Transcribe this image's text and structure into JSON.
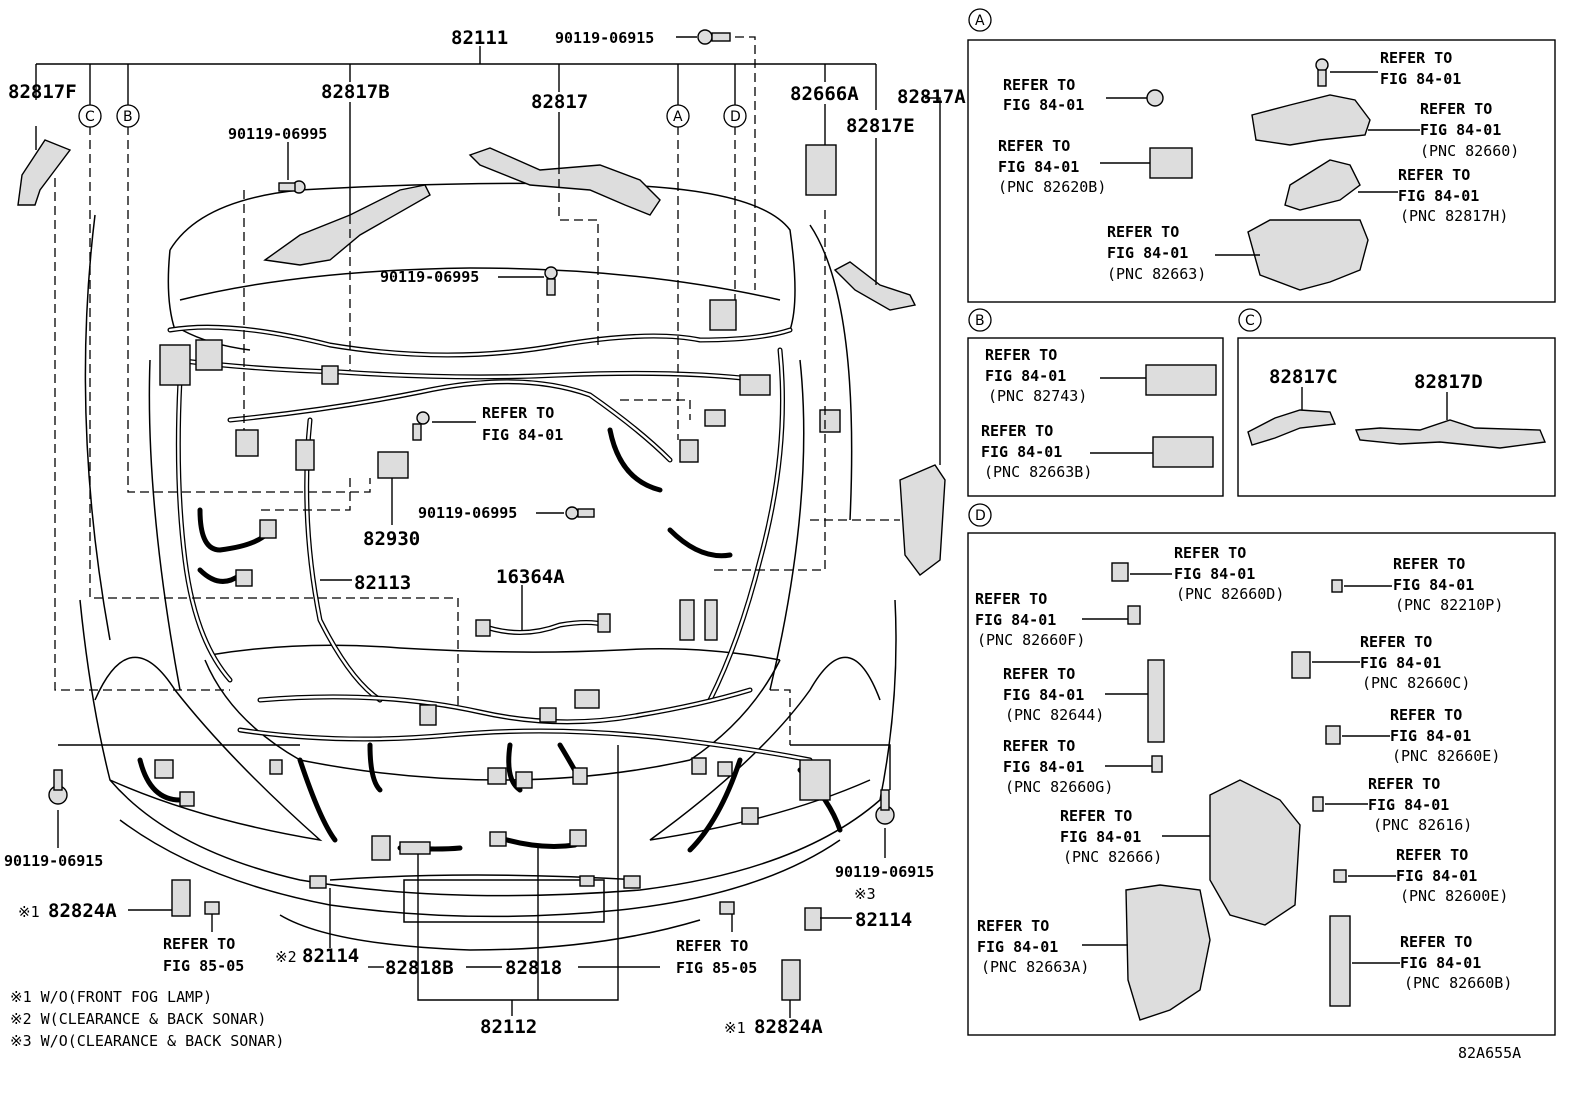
{
  "main": {
    "part_labels": {
      "p82111": "82111",
      "p90119_top": "90119-06915",
      "p82817F": "82817F",
      "p82817B": "82817B",
      "p82817": "82817",
      "p82666A": "82666A",
      "p82817A": "82817A",
      "p82817E": "82817E",
      "p90119_06995_a": "90119-06995",
      "p90119_06995_b": "90119-06995",
      "p90119_06995_c": "90119-06995",
      "p82930": "82930",
      "p82113": "82113",
      "p16364A": "16364A",
      "p90119_06915_l": "90119-06915",
      "p90119_06915_r": "90119-06915",
      "p82824A_l": "82824A",
      "p82824A_r": "82824A",
      "p82114_l": "82114",
      "p82114_r": "82114",
      "p82818B": "82818B",
      "p82818": "82818",
      "p82112": "82112"
    },
    "callouts": {
      "a": "A",
      "b": "B",
      "c": "C",
      "d": "D"
    },
    "marks": {
      "m1_l": "※1",
      "m1_r": "※1",
      "m2": "※2",
      "m3": "※3"
    },
    "refer_main": {
      "r1": "REFER TO",
      "r1b": "FIG 84-01",
      "r2": "REFER TO",
      "r2b": "FIG 85-05",
      "r3": "REFER TO",
      "r3b": "FIG 85-05"
    },
    "notes": [
      "※1 W/O(FRONT FOG LAMP)",
      "※2 W(CLEARANCE & BACK SONAR)",
      "※3 W/O(CLEARANCE & BACK SONAR)"
    ],
    "drawing_id": "82A655A"
  },
  "panels": {
    "a": {
      "label": "A",
      "refs": [
        {
          "l1": "REFER TO",
          "l2": "FIG 84-01",
          "pnc": ""
        },
        {
          "l1": "REFER TO",
          "l2": "FIG 84-01",
          "pnc": "(PNC 82620B)"
        },
        {
          "l1": "REFER TO",
          "l2": "FIG 84-01",
          "pnc": "(PNC 82663)"
        },
        {
          "l1": "REFER TO",
          "l2": "FIG 84-01",
          "pnc": ""
        },
        {
          "l1": "REFER TO",
          "l2": "FIG 84-01",
          "pnc": "(PNC 82660)"
        },
        {
          "l1": "REFER TO",
          "l2": "FIG 84-01",
          "pnc": "(PNC 82817H)"
        }
      ]
    },
    "b": {
      "label": "B",
      "refs": [
        {
          "l1": "REFER TO",
          "l2": "FIG 84-01",
          "pnc": "(PNC 82743)"
        },
        {
          "l1": "REFER TO",
          "l2": "FIG 84-01",
          "pnc": "(PNC 82663B)"
        }
      ]
    },
    "c": {
      "label": "C",
      "parts": [
        "82817C",
        "82817D"
      ]
    },
    "d": {
      "label": "D",
      "refs": [
        {
          "l1": "REFER TO",
          "l2": "FIG 84-01",
          "pnc": "(PNC 82660D)"
        },
        {
          "l1": "REFER TO",
          "l2": "FIG 84-01",
          "pnc": "(PNC 82210P)"
        },
        {
          "l1": "REFER TO",
          "l2": "FIG 84-01",
          "pnc": "(PNC 82660F)"
        },
        {
          "l1": "REFER TO",
          "l2": "FIG 84-01",
          "pnc": "(PNC 82660C)"
        },
        {
          "l1": "REFER TO",
          "l2": "FIG 84-01",
          "pnc": "(PNC 82644)"
        },
        {
          "l1": "REFER TO",
          "l2": "FIG 84-01",
          "pnc": "(PNC 82660E)"
        },
        {
          "l1": "REFER TO",
          "l2": "FIG 84-01",
          "pnc": "(PNC 82660G)"
        },
        {
          "l1": "REFER TO",
          "l2": "FIG 84-01",
          "pnc": "(PNC 82616)"
        },
        {
          "l1": "REFER TO",
          "l2": "FIG 84-01",
          "pnc": "(PNC 82666)"
        },
        {
          "l1": "REFER TO",
          "l2": "FIG 84-01",
          "pnc": "(PNC 82600E)"
        },
        {
          "l1": "REFER TO",
          "l2": "FIG 84-01",
          "pnc": "(PNC 82663A)"
        },
        {
          "l1": "REFER TO",
          "l2": "FIG 84-01",
          "pnc": "(PNC 82660B)"
        }
      ]
    }
  }
}
